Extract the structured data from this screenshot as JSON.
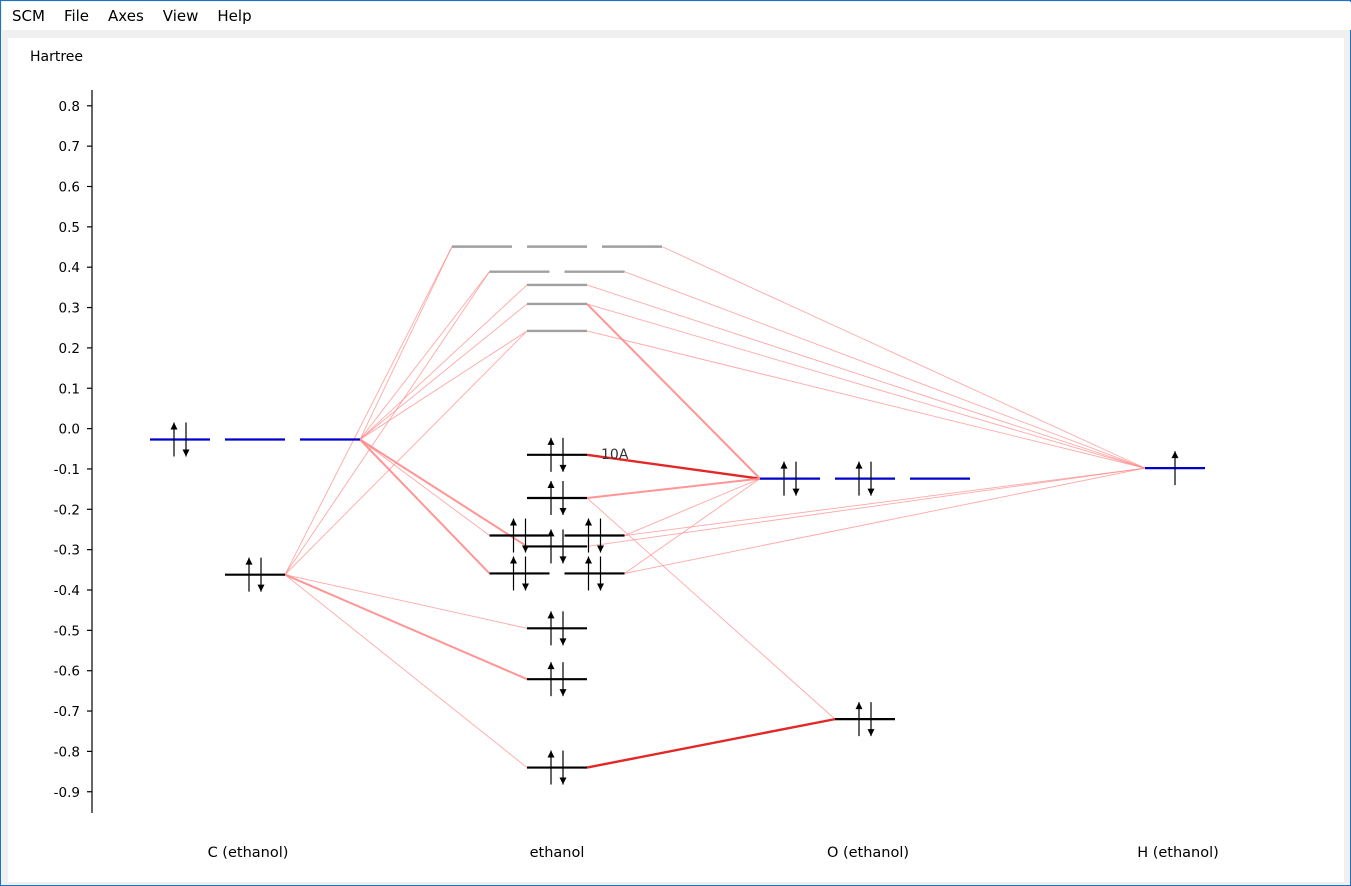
{
  "menu": {
    "items": [
      {
        "id": "scm",
        "label": "SCM"
      },
      {
        "id": "file",
        "label": "File"
      },
      {
        "id": "axes",
        "label": "Axes"
      },
      {
        "id": "view",
        "label": "View"
      },
      {
        "id": "help",
        "label": "Help"
      }
    ]
  },
  "colors": {
    "fragment_level": "#0000cc",
    "occupied_level": "#000000",
    "virtual_level": "#a0a0a0",
    "connection": "#ff8a8a",
    "highlight_connection": "#e01010",
    "axis": "#000000"
  },
  "chart_data": {
    "type": "energy-level-diagram",
    "ylabel": "Hartree",
    "ylim": [
      -0.95,
      0.85
    ],
    "yticks": [
      0.8,
      0.7,
      0.6,
      0.5,
      0.4,
      0.3,
      0.2,
      0.1,
      0.0,
      -0.1,
      -0.2,
      -0.3,
      -0.4,
      -0.5,
      -0.6,
      -0.7,
      -0.8,
      -0.9
    ],
    "ytick_labels": [
      "0.8",
      "0.7",
      "0.6",
      "0.5",
      "0.4",
      "0.3",
      "0.2",
      "0.1",
      "0.0",
      "-0.1",
      "-0.2",
      "-0.3",
      "-0.4",
      "-0.5",
      "-0.6",
      "-0.7",
      "-0.8",
      "-0.9"
    ],
    "columns": [
      {
        "id": "C",
        "label": "C (ethanol)"
      },
      {
        "id": "M",
        "label": "ethanol"
      },
      {
        "id": "O",
        "label": "O (ethanol)"
      },
      {
        "id": "H",
        "label": "H (ethanol)"
      }
    ],
    "levels": [
      {
        "col": "C",
        "energy": -0.027,
        "degeneracy": 3,
        "occupations": [
          "ud",
          "",
          ""
        ],
        "kind": "fragment"
      },
      {
        "col": "C",
        "energy": -0.362,
        "degeneracy": 1,
        "occupations": [
          "ud"
        ],
        "kind": "occupied"
      },
      {
        "col": "M",
        "energy": 0.451,
        "degeneracy": 3,
        "occupations": [
          "",
          "",
          ""
        ],
        "kind": "virtual"
      },
      {
        "col": "M",
        "energy": 0.389,
        "degeneracy": 2,
        "occupations": [
          "",
          ""
        ],
        "kind": "virtual"
      },
      {
        "col": "M",
        "energy": 0.356,
        "degeneracy": 1,
        "occupations": [
          ""
        ],
        "kind": "virtual"
      },
      {
        "col": "M",
        "energy": 0.309,
        "degeneracy": 1,
        "occupations": [
          ""
        ],
        "kind": "virtual"
      },
      {
        "col": "M",
        "energy": 0.242,
        "degeneracy": 1,
        "occupations": [
          ""
        ],
        "kind": "virtual"
      },
      {
        "col": "M",
        "energy": -0.065,
        "degeneracy": 1,
        "occupations": [
          "ud"
        ],
        "kind": "occupied",
        "label": "10A"
      },
      {
        "col": "M",
        "energy": -0.172,
        "degeneracy": 1,
        "occupations": [
          "ud"
        ],
        "kind": "occupied"
      },
      {
        "col": "M",
        "energy": -0.265,
        "degeneracy": 2,
        "occupations": [
          "ud",
          "ud"
        ],
        "kind": "occupied"
      },
      {
        "col": "M",
        "energy": -0.292,
        "degeneracy": 1,
        "occupations": [
          "ud"
        ],
        "kind": "occupied"
      },
      {
        "col": "M",
        "energy": -0.359,
        "degeneracy": 2,
        "occupations": [
          "ud",
          "ud"
        ],
        "kind": "occupied"
      },
      {
        "col": "M",
        "energy": -0.495,
        "degeneracy": 1,
        "occupations": [
          "ud"
        ],
        "kind": "occupied"
      },
      {
        "col": "M",
        "energy": -0.621,
        "degeneracy": 1,
        "occupations": [
          "ud"
        ],
        "kind": "occupied"
      },
      {
        "col": "M",
        "energy": -0.84,
        "degeneracy": 1,
        "occupations": [
          "ud"
        ],
        "kind": "occupied"
      },
      {
        "col": "O",
        "energy": -0.124,
        "degeneracy": 3,
        "occupations": [
          "ud",
          "ud",
          ""
        ],
        "kind": "fragment"
      },
      {
        "col": "O",
        "energy": -0.72,
        "degeneracy": 1,
        "occupations": [
          "ud"
        ],
        "kind": "occupied"
      },
      {
        "col": "H",
        "energy": -0.098,
        "degeneracy": 1,
        "occupations": [
          "u"
        ],
        "kind": "fragment"
      }
    ],
    "connections": [
      {
        "from": [
          0,
          "right"
        ],
        "to": [
          2,
          "left"
        ],
        "weight": 1
      },
      {
        "from": [
          0,
          "right"
        ],
        "to": [
          3,
          "left"
        ],
        "weight": 1
      },
      {
        "from": [
          0,
          "right"
        ],
        "to": [
          4,
          "left"
        ],
        "weight": 1
      },
      {
        "from": [
          0,
          "right"
        ],
        "to": [
          5,
          "left"
        ],
        "weight": 1
      },
      {
        "from": [
          0,
          "right"
        ],
        "to": [
          6,
          "left"
        ],
        "weight": 1
      },
      {
        "from": [
          0,
          "right"
        ],
        "to": [
          9,
          "left"
        ],
        "weight": 1
      },
      {
        "from": [
          0,
          "right"
        ],
        "to": [
          10,
          "left"
        ],
        "weight": 2
      },
      {
        "from": [
          0,
          "right"
        ],
        "to": [
          11,
          "left"
        ],
        "weight": 2
      },
      {
        "from": [
          1,
          "right"
        ],
        "to": [
          2,
          "left"
        ],
        "weight": 1
      },
      {
        "from": [
          1,
          "right"
        ],
        "to": [
          3,
          "left"
        ],
        "weight": 1
      },
      {
        "from": [
          1,
          "right"
        ],
        "to": [
          6,
          "left"
        ],
        "weight": 1
      },
      {
        "from": [
          1,
          "right"
        ],
        "to": [
          12,
          "left"
        ],
        "weight": 1
      },
      {
        "from": [
          1,
          "right"
        ],
        "to": [
          13,
          "left"
        ],
        "weight": 2
      },
      {
        "from": [
          1,
          "right"
        ],
        "to": [
          14,
          "left"
        ],
        "weight": 1
      },
      {
        "from": [
          7,
          "right"
        ],
        "to": [
          15,
          "left"
        ],
        "weight": 3
      },
      {
        "from": [
          8,
          "right"
        ],
        "to": [
          15,
          "left"
        ],
        "weight": 2
      },
      {
        "from": [
          5,
          "right"
        ],
        "to": [
          15,
          "left"
        ],
        "weight": 2
      },
      {
        "from": [
          9,
          "right"
        ],
        "to": [
          15,
          "left"
        ],
        "weight": 1
      },
      {
        "from": [
          11,
          "right"
        ],
        "to": [
          15,
          "left"
        ],
        "weight": 1
      },
      {
        "from": [
          8,
          "right"
        ],
        "to": [
          16,
          "left"
        ],
        "weight": 1
      },
      {
        "from": [
          14,
          "right"
        ],
        "to": [
          16,
          "left"
        ],
        "weight": 3
      },
      {
        "from": [
          2,
          "right"
        ],
        "to": [
          17,
          "left"
        ],
        "weight": 1
      },
      {
        "from": [
          3,
          "right"
        ],
        "to": [
          17,
          "left"
        ],
        "weight": 1
      },
      {
        "from": [
          4,
          "right"
        ],
        "to": [
          17,
          "left"
        ],
        "weight": 1
      },
      {
        "from": [
          5,
          "right"
        ],
        "to": [
          17,
          "left"
        ],
        "weight": 1
      },
      {
        "from": [
          6,
          "right"
        ],
        "to": [
          17,
          "left"
        ],
        "weight": 1
      },
      {
        "from": [
          9,
          "right"
        ],
        "to": [
          17,
          "left"
        ],
        "weight": 1
      },
      {
        "from": [
          10,
          "right"
        ],
        "to": [
          17,
          "left"
        ],
        "weight": 1
      },
      {
        "from": [
          11,
          "right"
        ],
        "to": [
          17,
          "left"
        ],
        "weight": 1
      }
    ]
  }
}
